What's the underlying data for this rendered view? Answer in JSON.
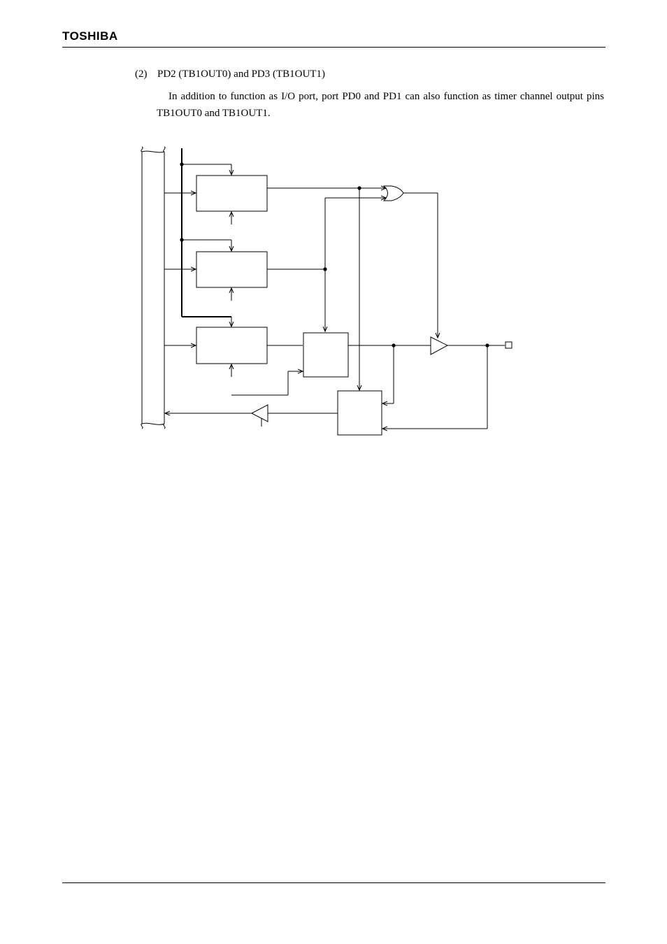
{
  "header": {
    "brand": "TOSHIBA"
  },
  "section": {
    "number": "(2)",
    "title": "PD2 (TB1OUT0) and PD3 (TB1OUT1)",
    "paragraph": "In addition to function as I/O port, port PD0 and PD1 can also function as timer channel output pins TB1OUT0 and TB1OUT1."
  }
}
